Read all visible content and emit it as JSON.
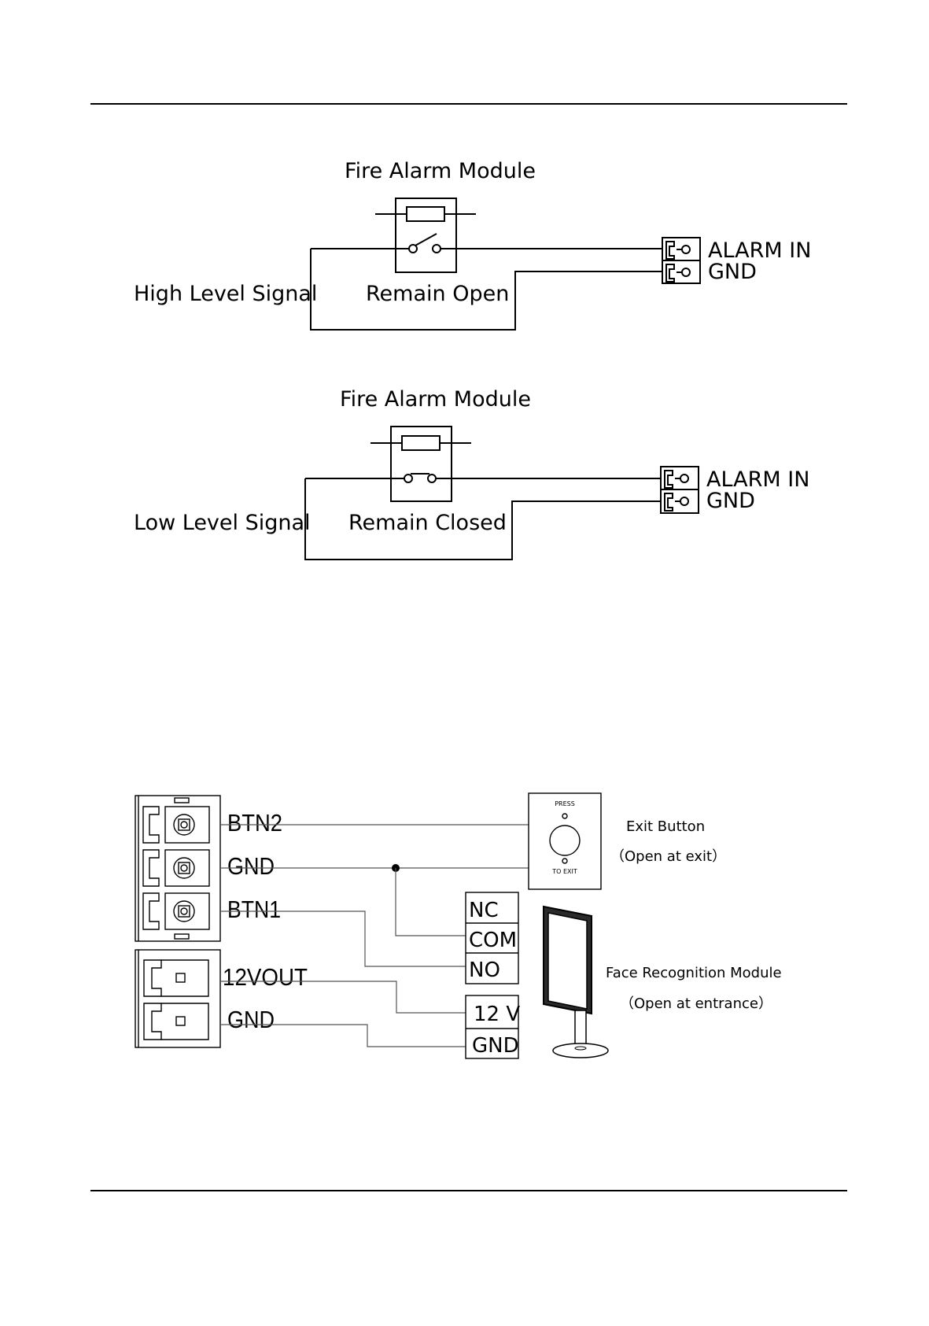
{
  "diagram_high": {
    "module_title": "Fire Alarm Module",
    "signal_label": "High Level Signal",
    "state_label": "Remain Open",
    "terminal_alarm": "ALARM IN",
    "terminal_gnd": "GND"
  },
  "diagram_low": {
    "module_title": "Fire Alarm Module",
    "signal_label": "Low Level Signal",
    "state_label": "Remain Closed",
    "terminal_alarm": "ALARM IN",
    "terminal_gnd": "GND"
  },
  "diagram_exit": {
    "terminals": [
      "BTN2",
      "GND",
      "BTN1",
      "12VOUT",
      "GND"
    ],
    "exit_button_plate_top": "PRESS",
    "exit_button_plate_bottom": "TO EXIT",
    "exit_button_title": "Exit Button",
    "exit_button_note": "（Open at exit）",
    "relay_terminals": [
      "NC",
      "COM",
      "NO"
    ],
    "power_terminals": [
      "12 V",
      "GND"
    ],
    "face_module_title": "Face Recognition Module",
    "face_module_note": "（Open at entrance）"
  }
}
